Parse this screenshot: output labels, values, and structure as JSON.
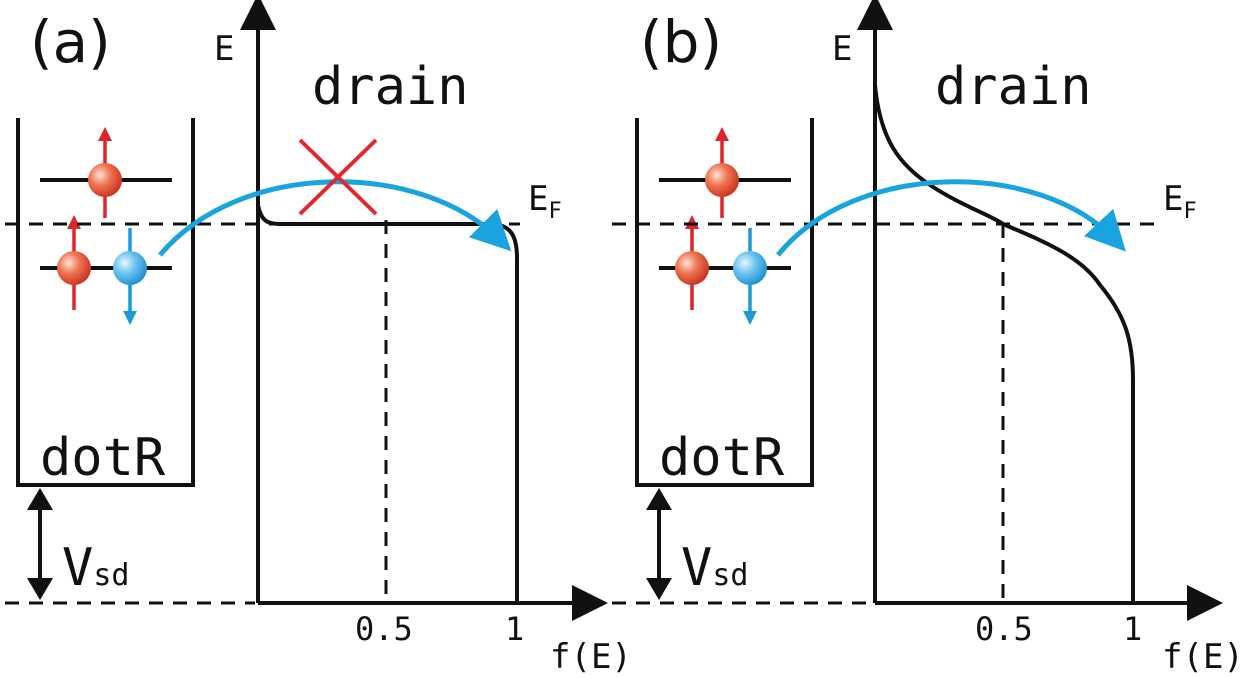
{
  "panels": [
    {
      "id": "a",
      "label": "(a)",
      "energy_axis_label": "E",
      "reservoir_label": "drain",
      "fermi_label": "E",
      "fermi_subscript": "F",
      "dot_label": "dotR",
      "bias_label": "V",
      "bias_subscript": "sd",
      "x_axis_label": "f(E)",
      "x_ticks": [
        "0.5",
        "1"
      ],
      "transition_blocked": true,
      "distribution": "step (low temperature)"
    },
    {
      "id": "b",
      "label": "(b)",
      "energy_axis_label": "E",
      "reservoir_label": "drain",
      "fermi_label": "E",
      "fermi_subscript": "F",
      "dot_label": "dotR",
      "bias_label": "V",
      "bias_subscript": "sd",
      "x_axis_label": "f(E)",
      "x_ticks": [
        "0.5",
        "1"
      ],
      "transition_blocked": false,
      "distribution": "smooth (high temperature)"
    }
  ],
  "colors": {
    "line": "#111111",
    "spin_up": "#d9272b",
    "spin_down": "#1a9ad6",
    "transfer_arrow": "#19a3df",
    "blocked_mark": "#e0282e"
  }
}
